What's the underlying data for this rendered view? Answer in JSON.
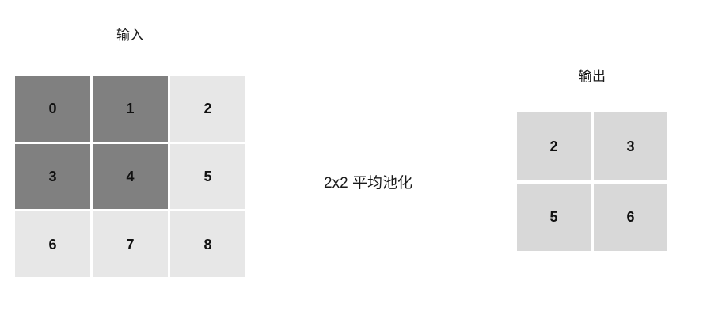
{
  "diagram": {
    "input": {
      "title": "输入",
      "rows": 3,
      "cols": 3,
      "cells": [
        {
          "value": "0",
          "highlighted": true
        },
        {
          "value": "1",
          "highlighted": true
        },
        {
          "value": "2",
          "highlighted": false
        },
        {
          "value": "3",
          "highlighted": true
        },
        {
          "value": "4",
          "highlighted": true
        },
        {
          "value": "5",
          "highlighted": false
        },
        {
          "value": "6",
          "highlighted": false
        },
        {
          "value": "7",
          "highlighted": false
        },
        {
          "value": "8",
          "highlighted": false
        }
      ]
    },
    "operation": {
      "label": "2x2 平均池化"
    },
    "output": {
      "title": "输出",
      "rows": 2,
      "cols": 2,
      "cells": [
        {
          "value": "2"
        },
        {
          "value": "3"
        },
        {
          "value": "5"
        },
        {
          "value": "6"
        }
      ]
    },
    "colors": {
      "background": "#ffffff",
      "cell_plain": "#e7e7e7",
      "cell_highlight": "#808080",
      "cell_output": "#d8d8d8",
      "text": "#111111",
      "title_text": "#1a1a1a"
    }
  }
}
